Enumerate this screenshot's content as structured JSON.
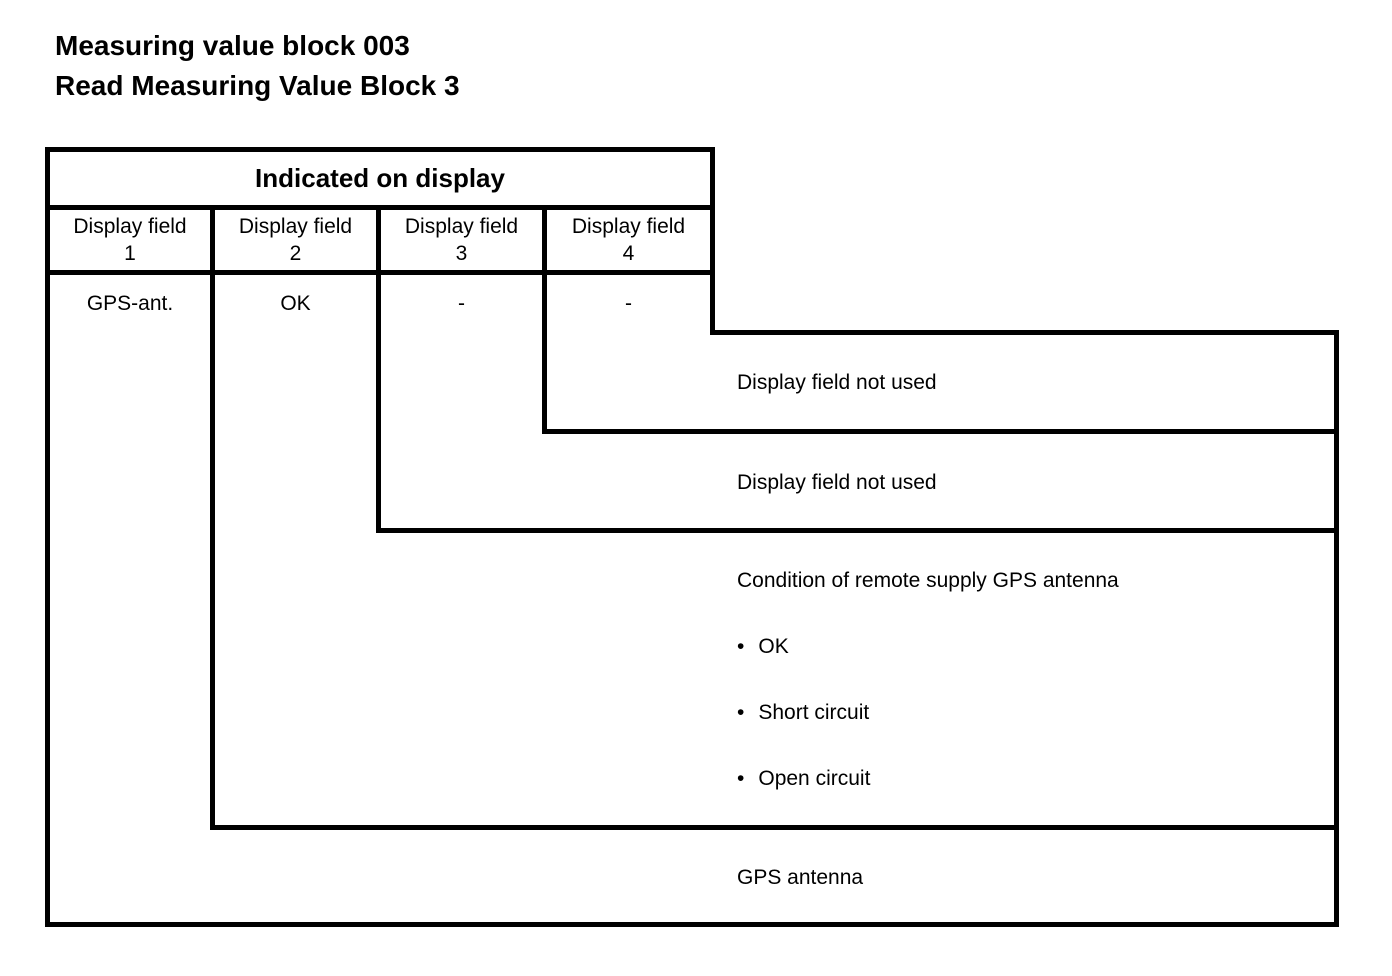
{
  "page": {
    "title_line1": "Measuring value block 003",
    "title_line2": "Read Measuring Value Block 3"
  },
  "table": {
    "header": "Indicated on display",
    "columns": [
      {
        "label": "Display field",
        "number": "1",
        "value": "GPS-ant."
      },
      {
        "label": "Display field",
        "number": "2",
        "value": "OK"
      },
      {
        "label": "Display field",
        "number": "3",
        "value": "-"
      },
      {
        "label": "Display field",
        "number": "4",
        "value": "-"
      }
    ]
  },
  "annotations": {
    "field4": "Display field not used",
    "field3": "Display field not used",
    "field2": {
      "title": "Condition of remote supply GPS antenna",
      "bullet_icon": "•",
      "bullets": [
        "OK",
        "Short circuit",
        "Open circuit"
      ]
    },
    "field1": "GPS antenna"
  },
  "colors": {
    "line": "#000000",
    "background": "#ffffff",
    "text": "#000000"
  }
}
